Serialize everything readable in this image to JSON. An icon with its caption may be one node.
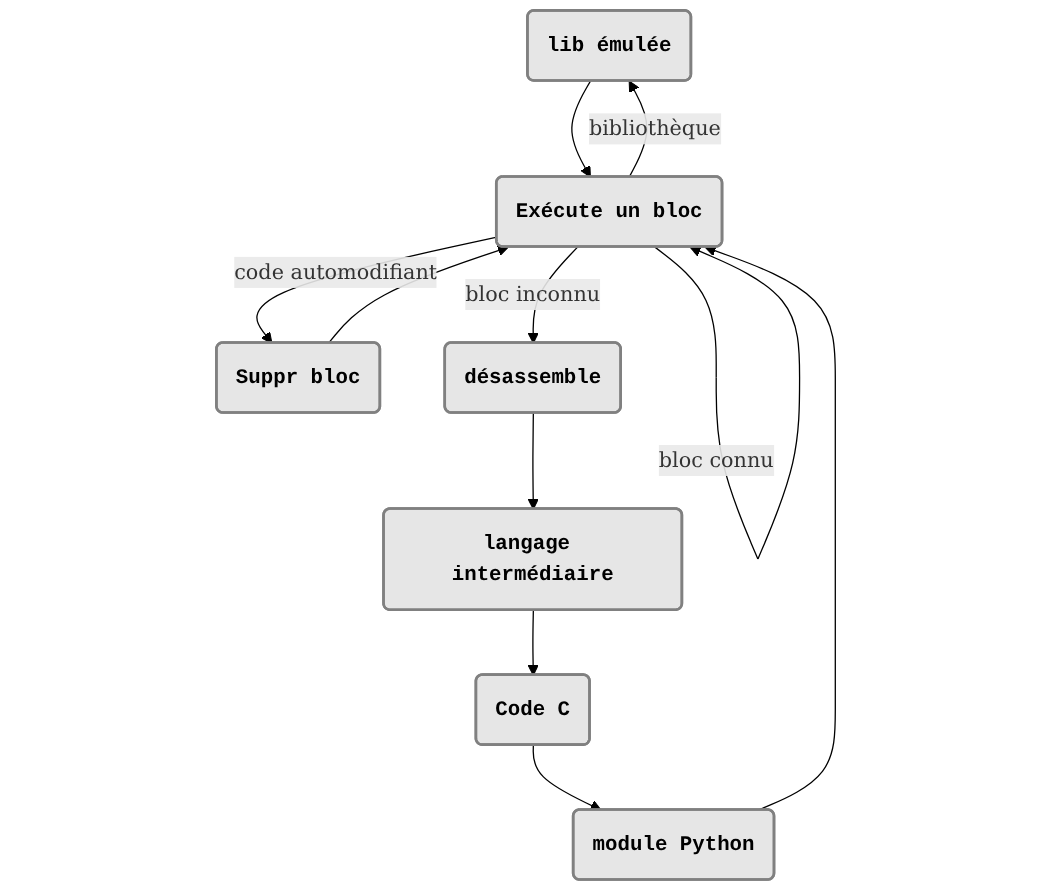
{
  "diagram": {
    "nodes": [
      {
        "text": [
          "lib émulée"
        ]
      },
      {
        "text": [
          "Exécute un bloc"
        ]
      },
      {
        "text": [
          "Suppr bloc"
        ]
      },
      {
        "text": [
          "désassemble"
        ]
      },
      {
        "text": [
          "langage intermédiaire"
        ]
      },
      {
        "text": [
          "Code C"
        ]
      },
      {
        "text": [
          "module Python"
        ]
      }
    ],
    "edges": [
      {
        "from": 0,
        "to": 1,
        "arrow": "to"
      },
      {
        "from": 1,
        "to": 0,
        "arrow": "to",
        "label": "bibliothèque"
      },
      {
        "from": 1,
        "to": 1,
        "arrow": "to",
        "label": "bloc connu"
      },
      {
        "from": 1,
        "to": 2,
        "arrow": "to",
        "label": "code automodifiant"
      },
      {
        "from": 2,
        "to": 1,
        "arrow": "to"
      },
      {
        "from": 1,
        "to": 3,
        "arrow": "to",
        "label": "bloc inconnu"
      },
      {
        "from": 3,
        "to": 4,
        "arrow": "to"
      },
      {
        "from": 4,
        "to": 5,
        "arrow": "to"
      },
      {
        "from": 5,
        "to": 6,
        "arrow": "to"
      },
      {
        "from": 6,
        "to": 1,
        "arrow": "to"
      }
    ]
  }
}
